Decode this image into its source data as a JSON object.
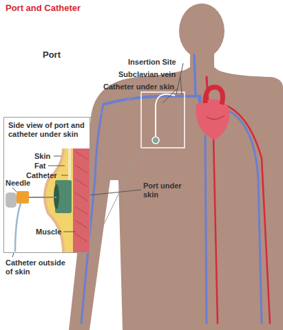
{
  "diagram": {
    "title": "Port and Catheter",
    "nodes": [
      {
        "text": [
          "Side view of port and catheter under skin"
        ]
      }
    ],
    "labels": [
      "Port",
      "Insertion Site",
      "Subclavian vein",
      "Catheter under skin",
      "Skin",
      "Fat",
      "Catheter",
      "Needle",
      "Port under skin",
      "Muscle",
      "Catheter outside of skin"
    ]
  }
}
